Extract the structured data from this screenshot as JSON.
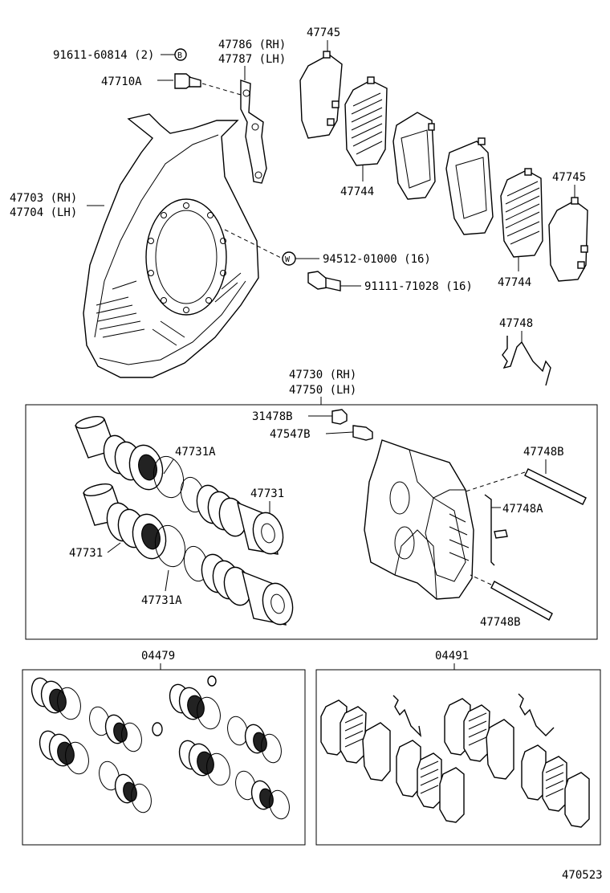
{
  "labels": {
    "bolt_91611": "91611-60814 (2)",
    "bolt_91611_marker": "B",
    "bolt_47710A": "47710A",
    "bracket_rh": "47786 (RH)",
    "bracket_lh": "47787 (LH)",
    "shim_top": "47745",
    "shim_right": "47745",
    "backing_rh": "47703 (RH)",
    "backing_lh": "47704 (LH)",
    "pad_upper": "47744",
    "pad_lower": "47744",
    "nut_94512": "94512-01000 (16)",
    "nut_marker": "W",
    "bolt_91111": "91111-71028 (16)",
    "spring_47748": "47748",
    "caliper_rh": "47730 (RH)",
    "caliper_lh": "47750 (LH)",
    "cap_31478B": "31478B",
    "plug_47547B": "47547B",
    "seal_47731A_upper": "47731A",
    "piston_47731_right": "47731",
    "piston_47731_left": "47731",
    "seal_47731A_lower": "47731A",
    "pin_47748B_upper": "47748B",
    "clip_47748A": "47748A",
    "pin_47748B_lower": "47748B",
    "kit_04479": "04479",
    "kit_04491": "04491",
    "diagram_number": "470523"
  }
}
